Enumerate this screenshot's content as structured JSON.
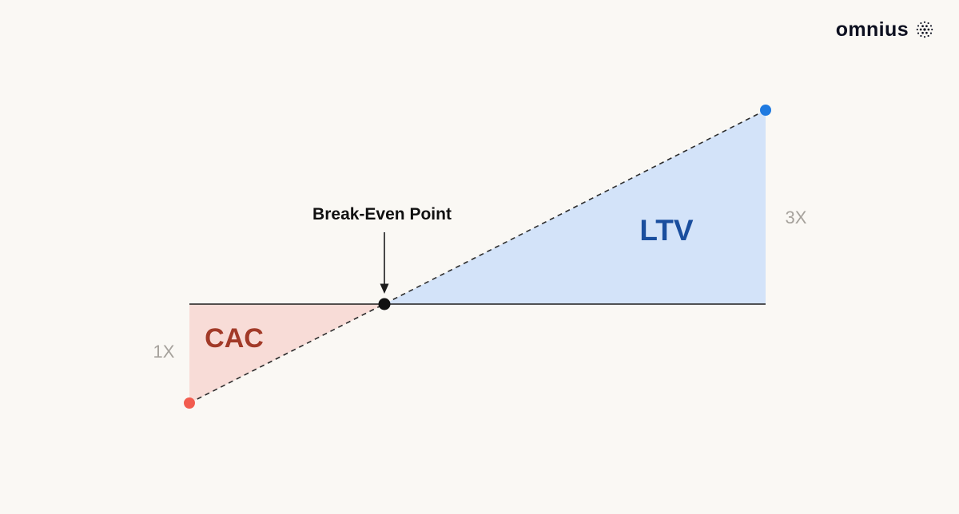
{
  "brand": {
    "logo_text": "omnius",
    "logo_icon": "dotted-sphere-icon"
  },
  "chart_data": {
    "type": "area",
    "title": "LTV vs CAC break-even diagram",
    "baseline_value": 0,
    "series": [
      {
        "name": "CAC",
        "role": "cost-region-below-baseline",
        "value_label": "1X",
        "fill": "#f8dcd7",
        "points_fraction": [
          [
            0,
            0
          ],
          [
            0.34,
            0
          ],
          [
            0,
            -1
          ]
        ]
      },
      {
        "name": "LTV",
        "role": "value-region-above-baseline",
        "value_label": "3X",
        "fill": "#d3e3f9",
        "points_fraction": [
          [
            0.34,
            0
          ],
          [
            1,
            0
          ],
          [
            1,
            3
          ]
        ]
      }
    ],
    "trend_line": {
      "style": "dashed",
      "start": {
        "x_fraction": 0,
        "value": "-1X",
        "marker_color": "#f25c4f"
      },
      "end": {
        "x_fraction": 1,
        "value": "3X",
        "marker_color": "#1f7ae0"
      }
    },
    "break_even_point": {
      "label": "Break-Even Point",
      "x_fraction": 0.34,
      "value": 0,
      "marker_color": "#111111"
    },
    "annotations": {
      "break_even": "Break-Even Point",
      "ltv": "LTV",
      "cac": "CAC",
      "left_value": "1X",
      "right_value": "3X"
    },
    "legend_position": "none",
    "grid": false
  },
  "colors": {
    "background": "#faf8f4",
    "baseline": "#1c1c1c",
    "dashed_line": "#2b2b2b",
    "cac_fill": "#f8dcd7",
    "ltv_fill": "#d3e3f9",
    "cac_text": "#a23a28",
    "ltv_text": "#1a4e9e",
    "axis_label": "#a6a29c",
    "red_dot": "#f25c4f",
    "blue_dot": "#1f7ae0",
    "black_dot": "#111111",
    "arrow": "#1c1c1c",
    "break_even_text": "#111111",
    "logo_color": "#0d1020"
  }
}
